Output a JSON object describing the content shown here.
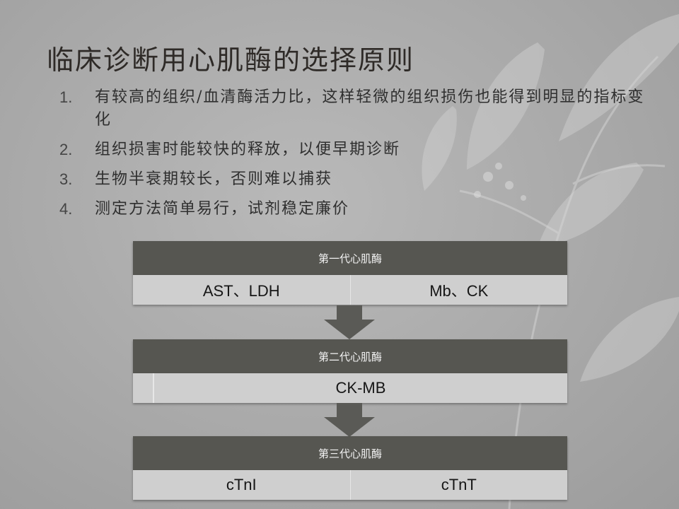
{
  "title": "临床诊断用心肌酶的选择原则",
  "criteria": [
    {
      "num": "1.",
      "text": "有较高的组织/血清酶活力比，这样轻微的组织损伤也能得到明显的指标变化"
    },
    {
      "num": "2.",
      "text": "组织损害时能较快的释放，以便早期诊断"
    },
    {
      "num": "3.",
      "text": "生物半衰期较长，否则难以捕获"
    },
    {
      "num": "4.",
      "text": "测定方法简单易行，试剂稳定廉价"
    }
  ],
  "generations": [
    {
      "label": "第一代心肌酶",
      "items": [
        "AST、LDH",
        "Mb、CK"
      ]
    },
    {
      "label": "第二代心肌酶",
      "items": [
        "CK-MB"
      ]
    },
    {
      "label": "第三代心肌酶",
      "items": [
        "cTnI",
        "cTnT"
      ]
    }
  ],
  "colors": {
    "header": "#565651",
    "cell": "#cfcfcf",
    "arrow": "#5a5a56"
  }
}
